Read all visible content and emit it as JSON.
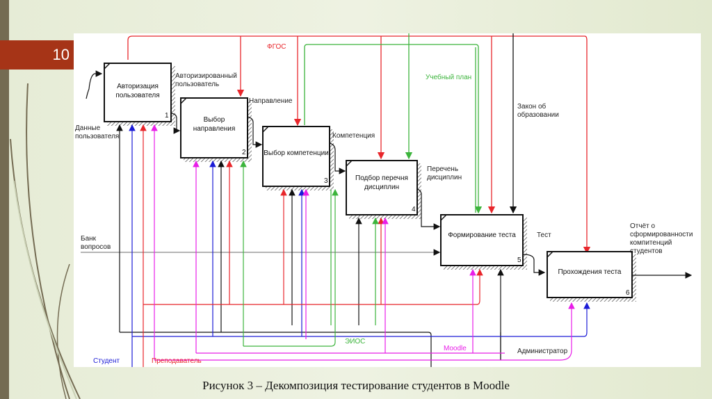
{
  "slide": {
    "number": "10",
    "caption": "Рисунок 3 – Декомпозиция тестирование студентов в Moodle"
  },
  "colors": {
    "accent_band": "#a63417",
    "red": "#e8262b",
    "green": "#3cb43c",
    "blue": "#1c1cd6",
    "magenta": "#e81ee8",
    "black": "#111111"
  },
  "diagram": {
    "boxes": [
      {
        "id": 1,
        "title": "Авторизация пользователя",
        "number": "1"
      },
      {
        "id": 2,
        "title": "Выбор направления",
        "number": "2"
      },
      {
        "id": 3,
        "title": "Выбор компетенции",
        "number": "3"
      },
      {
        "id": 4,
        "title": "Подбор перечня дисциплин",
        "number": "4"
      },
      {
        "id": 5,
        "title": "Формирование теста",
        "number": "5"
      },
      {
        "id": 6,
        "title": "Прохождения теста",
        "number": "6"
      }
    ],
    "arrows": {
      "fgos": "ФГОС",
      "study_plan": "Учебный план",
      "law": "Закон об образовании",
      "user_data": "Данные пользователя",
      "authorized_user": "Авторизированный пользователь",
      "direction": "Направление",
      "competence": "Компетенция",
      "disciplines": "Перечень дисциплин",
      "question_bank": "Банк вопросов",
      "test": "Тест",
      "report": "Отчёт о сформированности компитенций студентов",
      "student": "Студент",
      "teacher": "Преподаватель",
      "eios": "ЭИОС",
      "moodle": "Moodle",
      "admin": "Администратор"
    }
  }
}
